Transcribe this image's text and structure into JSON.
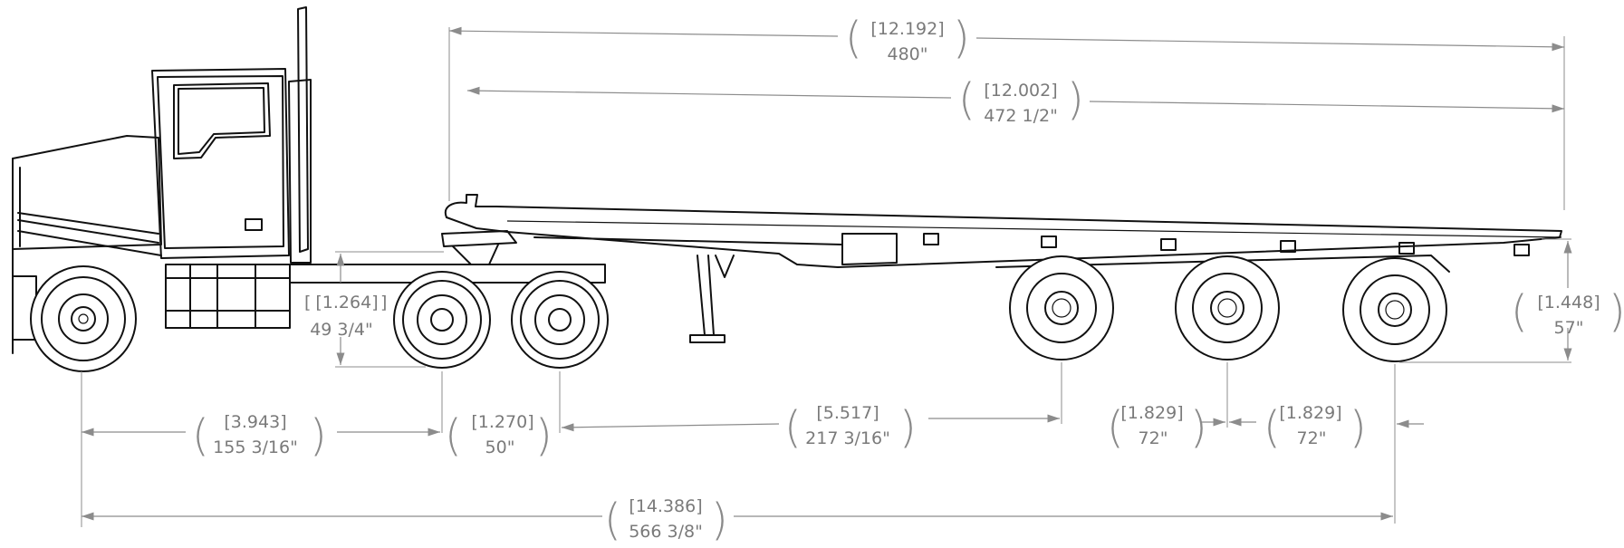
{
  "dimensions": {
    "overall_length": {
      "metric": "[12.192]",
      "imperial": "480\""
    },
    "deck_length": {
      "metric": "[12.002]",
      "imperial": "472 1/2\""
    },
    "fifth_wheel_height": {
      "metric": "[1.264]",
      "imperial": "49 3/4\""
    },
    "deck_height": {
      "metric": "[1.448]",
      "imperial": "57\""
    },
    "truck_wheelbase": {
      "metric": "[3.943]",
      "imperial": "155 3/16\""
    },
    "tandem_spread": {
      "metric": "[1.270]",
      "imperial": "50\""
    },
    "kingpin_to_axle": {
      "metric": "[5.517]",
      "imperial": "217 3/16\""
    },
    "axle_spread_1": {
      "metric": "[1.829]",
      "imperial": "72\""
    },
    "axle_spread_2": {
      "metric": "[1.829]",
      "imperial": "72\""
    },
    "overall_combination": {
      "metric": "[14.386]",
      "imperial": "566 3/8\""
    }
  }
}
